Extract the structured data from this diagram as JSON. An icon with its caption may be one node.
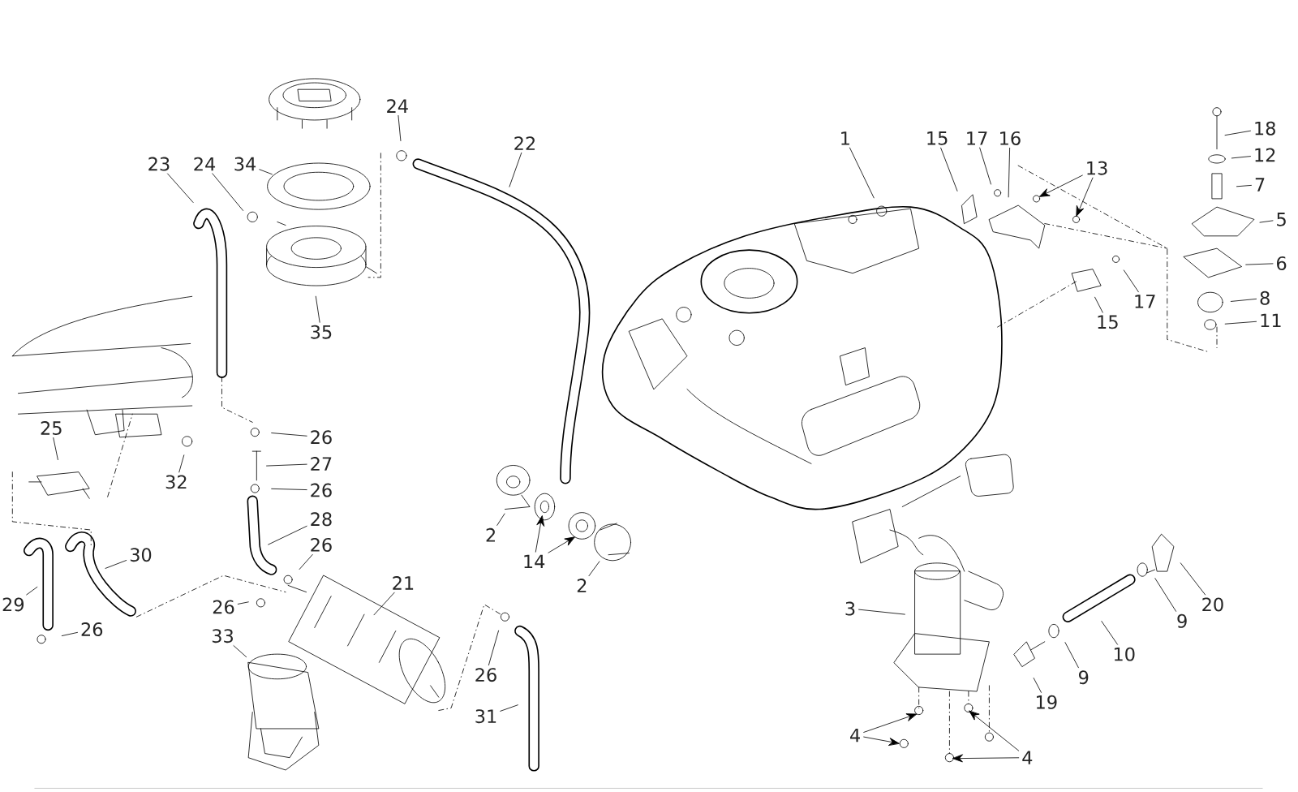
{
  "diagram": {
    "nodes": [
      {
        "text": [
          "1"
        ]
      },
      {
        "text": [
          "15"
        ]
      },
      {
        "text": [
          "17"
        ]
      },
      {
        "text": [
          "16"
        ]
      },
      {
        "text": [
          "13"
        ]
      },
      {
        "text": [
          "18"
        ]
      },
      {
        "text": [
          "12"
        ]
      },
      {
        "text": [
          "7"
        ]
      },
      {
        "text": [
          "5"
        ]
      },
      {
        "text": [
          "6"
        ]
      },
      {
        "text": [
          "8"
        ]
      },
      {
        "text": [
          "11"
        ]
      },
      {
        "text": [
          "15"
        ]
      },
      {
        "text": [
          "17"
        ]
      },
      {
        "text": [
          "24"
        ]
      },
      {
        "text": [
          "22"
        ]
      },
      {
        "text": [
          "23"
        ]
      },
      {
        "text": [
          "24"
        ]
      },
      {
        "text": [
          "34"
        ]
      },
      {
        "text": [
          "35"
        ]
      },
      {
        "text": [
          "25"
        ]
      },
      {
        "text": [
          "32"
        ]
      },
      {
        "text": [
          "26"
        ]
      },
      {
        "text": [
          "27"
        ]
      },
      {
        "text": [
          "26"
        ]
      },
      {
        "text": [
          "28"
        ]
      },
      {
        "text": [
          "26"
        ]
      },
      {
        "text": [
          "30"
        ]
      },
      {
        "text": [
          "29"
        ]
      },
      {
        "text": [
          "26"
        ]
      },
      {
        "text": [
          "26"
        ]
      },
      {
        "text": [
          "21"
        ]
      },
      {
        "text": [
          "33"
        ]
      },
      {
        "text": [
          "2"
        ]
      },
      {
        "text": [
          "14"
        ]
      },
      {
        "text": [
          "2"
        ]
      },
      {
        "text": [
          "26"
        ]
      },
      {
        "text": [
          "31"
        ]
      },
      {
        "text": [
          "3"
        ]
      },
      {
        "text": [
          "20"
        ]
      },
      {
        "text": [
          "9"
        ]
      },
      {
        "text": [
          "10"
        ]
      },
      {
        "text": [
          "9"
        ]
      },
      {
        "text": [
          "19"
        ]
      },
      {
        "text": [
          "4"
        ]
      },
      {
        "text": [
          "4"
        ]
      }
    ],
    "edges": [
      {
        "from": 0,
        "to": null,
        "arrow": "none"
      },
      {
        "from": 1,
        "to": null,
        "arrow": "none"
      },
      {
        "from": 2,
        "to": null,
        "arrow": "none"
      },
      {
        "from": 3,
        "to": null,
        "arrow": "none"
      },
      {
        "from": 4,
        "to": null,
        "arrow": "to"
      },
      {
        "from": 4,
        "to": null,
        "arrow": "to"
      },
      {
        "from": 5,
        "to": null,
        "arrow": "none"
      },
      {
        "from": 6,
        "to": null,
        "arrow": "none"
      },
      {
        "from": 7,
        "to": null,
        "arrow": "none"
      },
      {
        "from": 8,
        "to": null,
        "arrow": "none"
      },
      {
        "from": 9,
        "to": null,
        "arrow": "none"
      },
      {
        "from": 10,
        "to": null,
        "arrow": "none"
      },
      {
        "from": 11,
        "to": null,
        "arrow": "none"
      },
      {
        "from": 12,
        "to": null,
        "arrow": "none"
      },
      {
        "from": 13,
        "to": null,
        "arrow": "none"
      },
      {
        "from": 14,
        "to": null,
        "arrow": "none"
      },
      {
        "from": 15,
        "to": null,
        "arrow": "none"
      },
      {
        "from": 16,
        "to": null,
        "arrow": "none"
      },
      {
        "from": 17,
        "to": null,
        "arrow": "none"
      },
      {
        "from": 18,
        "to": null,
        "arrow": "none"
      },
      {
        "from": 19,
        "to": null,
        "arrow": "none"
      },
      {
        "from": 20,
        "to": null,
        "arrow": "none"
      },
      {
        "from": 21,
        "to": null,
        "arrow": "none"
      },
      {
        "from": 22,
        "to": null,
        "arrow": "none"
      },
      {
        "from": 23,
        "to": null,
        "arrow": "none"
      },
      {
        "from": 24,
        "to": null,
        "arrow": "none"
      },
      {
        "from": 25,
        "to": null,
        "arrow": "none"
      },
      {
        "from": 26,
        "to": null,
        "arrow": "none"
      },
      {
        "from": 27,
        "to": null,
        "arrow": "none"
      },
      {
        "from": 28,
        "to": null,
        "arrow": "none"
      },
      {
        "from": 29,
        "to": null,
        "arrow": "none"
      },
      {
        "from": 30,
        "to": null,
        "arrow": "none"
      },
      {
        "from": 31,
        "to": null,
        "arrow": "none"
      },
      {
        "from": 32,
        "to": null,
        "arrow": "none"
      },
      {
        "from": 33,
        "to": null,
        "arrow": "none"
      },
      {
        "from": 34,
        "to": null,
        "arrow": "to"
      },
      {
        "from": 34,
        "to": null,
        "arrow": "to"
      },
      {
        "from": 35,
        "to": null,
        "arrow": "none"
      },
      {
        "from": 36,
        "to": null,
        "arrow": "none"
      },
      {
        "from": 37,
        "to": null,
        "arrow": "none"
      },
      {
        "from": 38,
        "to": null,
        "arrow": "none"
      },
      {
        "from": 39,
        "to": null,
        "arrow": "none"
      },
      {
        "from": 40,
        "to": null,
        "arrow": "none"
      },
      {
        "from": 41,
        "to": null,
        "arrow": "none"
      },
      {
        "from": 42,
        "to": null,
        "arrow": "none"
      },
      {
        "from": 43,
        "to": null,
        "arrow": "none"
      },
      {
        "from": 44,
        "to": null,
        "arrow": "to"
      },
      {
        "from": 44,
        "to": null,
        "arrow": "to"
      },
      {
        "from": 45,
        "to": null,
        "arrow": "to"
      },
      {
        "from": 45,
        "to": null,
        "arrow": "to"
      }
    ]
  }
}
